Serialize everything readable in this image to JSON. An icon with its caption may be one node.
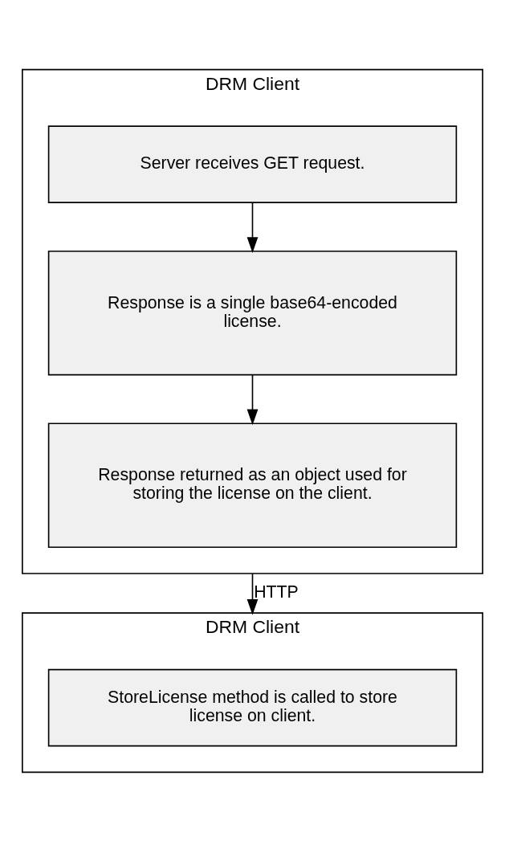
{
  "diagram": {
    "nodes": [
      {
        "text": [
          "DRM Client"
        ]
      },
      {
        "text": [
          "Server receives GET request."
        ],
        "in": 0
      },
      {
        "text": [
          "Response is a single base64-encoded license."
        ],
        "in": 0
      },
      {
        "text": [
          "Response returned as an object used for storing the license on the client."
        ],
        "in": 0
      },
      {
        "text": [
          "DRM Client"
        ]
      },
      {
        "text": [
          "StoreLicense method is called to store license on client."
        ],
        "in": 4
      }
    ],
    "edges": [
      {
        "from": 1,
        "to": 2,
        "arrow": "to"
      },
      {
        "from": 2,
        "to": 3,
        "arrow": "to"
      },
      {
        "from": 0,
        "to": 4,
        "arrow": "to",
        "label": "HTTP"
      }
    ]
  }
}
